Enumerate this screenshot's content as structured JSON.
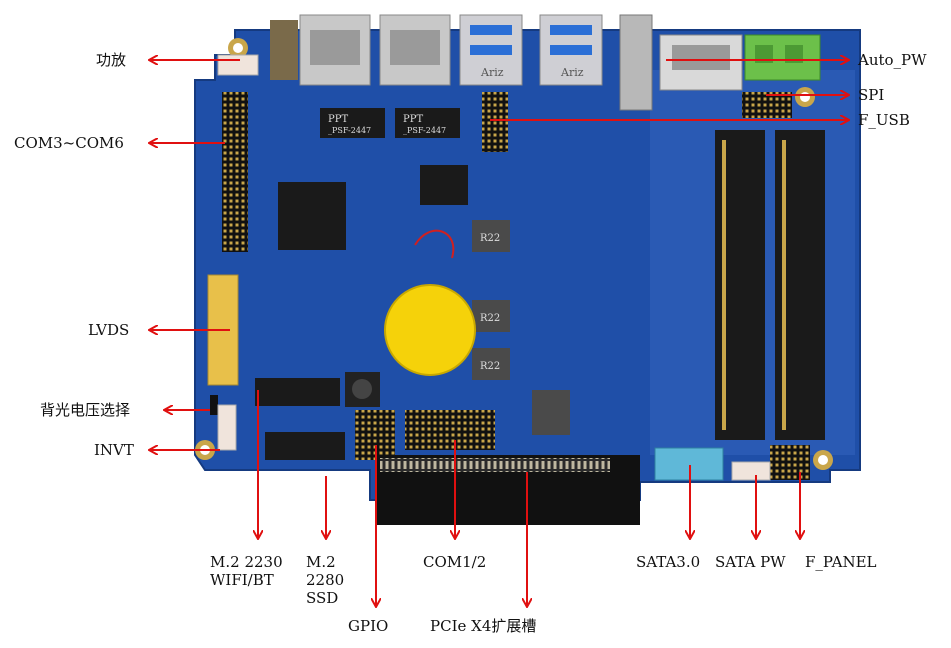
{
  "labels": {
    "amplifier": "功放",
    "com3_com6": "COM3~COM6",
    "lvds": "LVDS",
    "backlight_voltage": "背光电压选择",
    "invt": "INVT",
    "auto_pw": "Auto_PW",
    "spi": "SPI",
    "f_usb": "F_USB",
    "m2_2230": [
      "M.2 2230",
      "WIFI/BT"
    ],
    "m2_2280": [
      "M.2",
      "2280",
      "SSD"
    ],
    "gpio": "GPIO",
    "com1_2": "COM1/2",
    "pcie": "PCIe X4扩展槽",
    "sata3": "SATA3.0",
    "sata_pw": "SATA PW",
    "f_panel": "F_PANEL"
  },
  "board_markings": {
    "ppt": "PPT",
    "ppt_part": "_PSF-2447",
    "r22": "R22",
    "usb_brand": "Ariz"
  },
  "colors": {
    "board": "#1f4fa8",
    "arrow": "#e01010",
    "battery": "#f5d20a",
    "terminal": "#6cc04a"
  }
}
